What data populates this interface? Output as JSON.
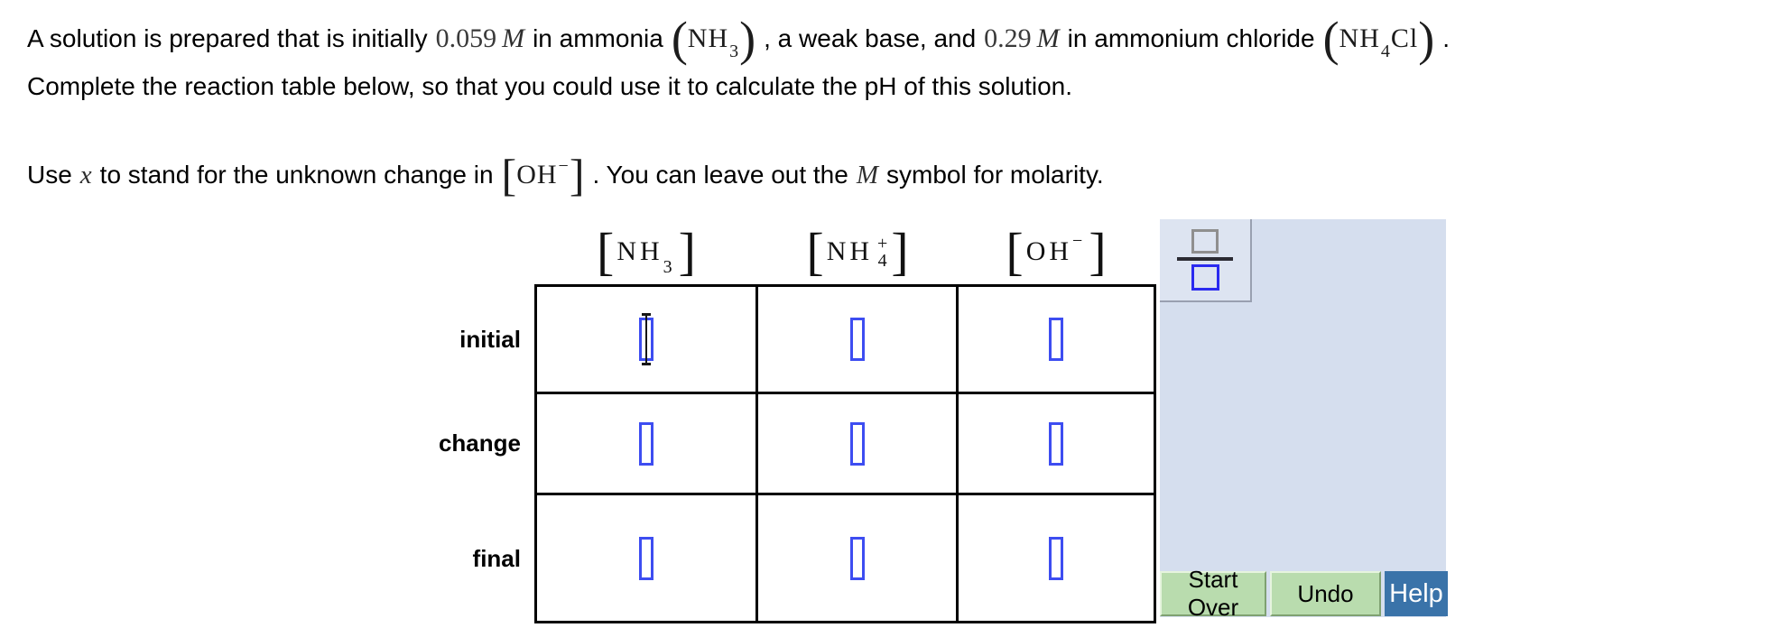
{
  "problem": {
    "line1": {
      "t1": "A solution is prepared that is initially",
      "conc1": "0.059",
      "msym1": "M",
      "t2": "in ammonia",
      "f1": {
        "open": "(",
        "n1": "NH",
        "sub": "3",
        "close": ")"
      },
      "t3": ", a weak base, and",
      "conc2": "0.29",
      "msym2": "M",
      "t4": "in ammonium chloride",
      "f2": {
        "open": "(",
        "n1": "NH",
        "sub": "4",
        "n2": "Cl",
        "close": ")"
      },
      "t5": "."
    },
    "line2": "Complete the reaction table below, so that you could use it to calculate the pH of this solution.",
    "line3": {
      "t1": "Use",
      "x": "x",
      "t2": "to stand for the unknown change in",
      "f": {
        "open": "[",
        "n1": "OH",
        "sup": "−",
        "close": "]"
      },
      "t3": ". You can leave out the",
      "msym": "M",
      "t4": "symbol for molarity."
    }
  },
  "table": {
    "headers": [
      {
        "open": "[",
        "n1": "NH",
        "sub": "3",
        "close": "]"
      },
      {
        "open": "[",
        "n1": "NH",
        "sub": "4",
        "sup": "+",
        "close": "]"
      },
      {
        "open": "[",
        "n1": "OH",
        "sup": "−",
        "close": "]"
      }
    ],
    "rows": [
      {
        "label": "initial"
      },
      {
        "label": "change"
      },
      {
        "label": "final"
      }
    ],
    "cell_values": [
      [
        "",
        "",
        ""
      ],
      [
        "",
        "",
        ""
      ],
      [
        "",
        "",
        ""
      ]
    ],
    "focused_cell": "initial-nh3"
  },
  "controls": {
    "fraction_icon": "fraction-template-icon",
    "start_over": "Start Over",
    "undo": "Undo",
    "help": "Help"
  },
  "palette": {
    "panel_bg": "#d5deee",
    "input_border": "#3d4df1",
    "green_button_bg": "#b9dcae",
    "help_button_bg": "#3a73a9",
    "table_border": "#000000"
  }
}
